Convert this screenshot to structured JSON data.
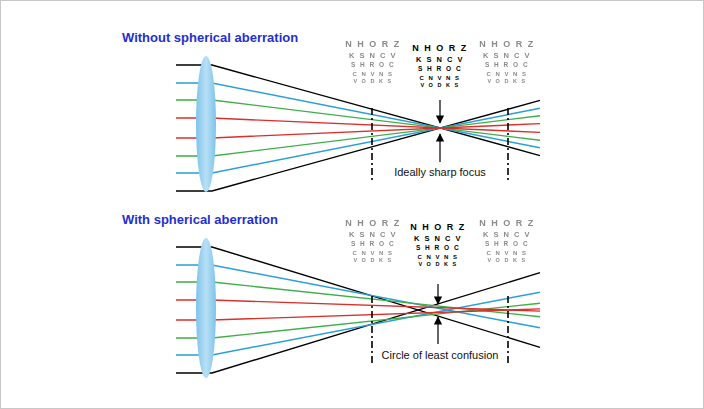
{
  "diagram": {
    "labels": [
      "Without spherical aberration",
      "N H O R Z",
      "K S N C V",
      "S H R O C",
      "C N V N S",
      "V O D K S",
      "N H O R Z",
      "K S N C V",
      "S H R O C",
      "C N V N S",
      "V O D K S",
      "N H O R Z",
      "K S N C V",
      "S H R O C",
      "C N V N S",
      "V O D K S",
      "Ideally sharp focus",
      "With spherical aberration",
      "N H O R Z",
      "K S N C V",
      "S H R O C",
      "C N V N S",
      "V O D K S",
      "N H O R Z",
      "K S N C V",
      "S H R O C",
      "C N V N S",
      "V O D K S",
      "N H O R Z",
      "K S N C V",
      "S H R O C",
      "C N V N S",
      "V O D K S",
      "Circle of least confusion"
    ]
  }
}
